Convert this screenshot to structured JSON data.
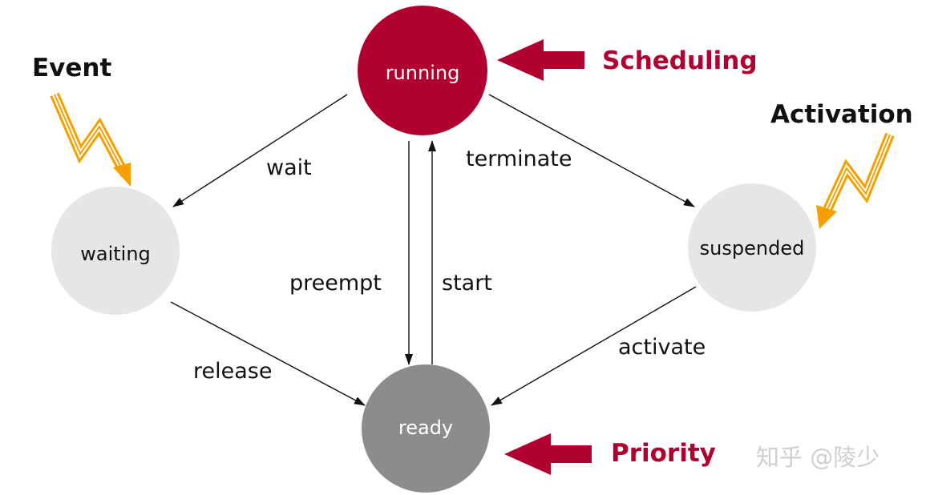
{
  "diagram": {
    "states": {
      "running": {
        "label": "running",
        "fill": "#b00030",
        "text_color": "#ffffff"
      },
      "waiting": {
        "label": "waiting",
        "fill": "#e6e6e6",
        "text_color": "#111111"
      },
      "suspended": {
        "label": "suspended",
        "fill": "#e6e6e6",
        "text_color": "#111111"
      },
      "ready": {
        "label": "ready",
        "fill": "#8c8c8c",
        "text_color": "#ffffff"
      }
    },
    "transitions": {
      "wait": {
        "label": "wait",
        "from": "running",
        "to": "waiting"
      },
      "terminate": {
        "label": "terminate",
        "from": "running",
        "to": "suspended"
      },
      "preempt": {
        "label": "preempt",
        "from": "running",
        "to": "ready"
      },
      "start": {
        "label": "start",
        "from": "ready",
        "to": "running"
      },
      "release": {
        "label": "release",
        "from": "waiting",
        "to": "ready"
      },
      "activate": {
        "label": "activate",
        "from": "suspended",
        "to": "ready"
      }
    },
    "callouts": {
      "scheduling": {
        "label": "Scheduling",
        "color": "#b00030",
        "target": "running"
      },
      "priority": {
        "label": "Priority",
        "color": "#b00030",
        "target": "ready"
      },
      "event": {
        "label": "Event",
        "color": "#111111",
        "target": "waiting"
      },
      "activation": {
        "label": "Activation",
        "color": "#111111",
        "target": "suspended"
      }
    },
    "colors": {
      "accent": "#b00030",
      "lightning": "#f5a000",
      "edge": "#111111"
    }
  },
  "watermark": "知乎 @陵少"
}
